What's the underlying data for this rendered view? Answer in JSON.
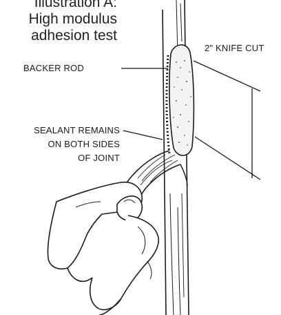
{
  "figure": {
    "title_lines": [
      "Illustration A:",
      "High modulus",
      "adhesion test"
    ],
    "labels": {
      "backer_rod": "BACKER ROD",
      "knife_cut": "2\" KNIFE CUT",
      "sealant_lines": [
        "SEALANT REMAINS",
        "ON BOTH SIDES",
        "OF JOINT"
      ]
    }
  }
}
